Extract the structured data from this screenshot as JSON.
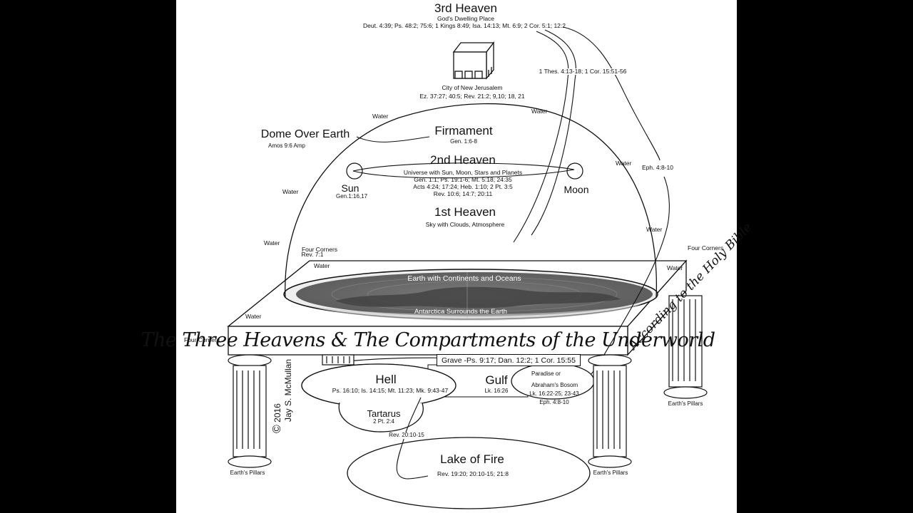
{
  "diagram": {
    "title": "The Three Heavens & The Compartments of the Underworld",
    "subtitle_side": "According to the Holy Bible",
    "copyright": [
      "2016",
      "Jay S. McMullan"
    ],
    "copyright_symbol": "©",
    "third_heaven": {
      "title": "3rd Heaven",
      "subtitle": "God's Dwelling Place",
      "refs": "Deut. 4:39; Ps. 48:2; 75:6; 1 Kings 8:49; Isa. 14:13; Mt. 6:9; 2 Cor. 5:1; 12:2"
    },
    "new_jerusalem": {
      "label": "City of New Jerusalem",
      "refs": "Ez. 37:27; 40:5; Rev. 21:2; 9,10; 18, 21",
      "icon": "cube-city-icon"
    },
    "rapture_refs": "1 Thes. 4:13-18; 1 Cor. 15:51-56",
    "dome": {
      "title": "Dome Over Earth",
      "ref": "Amos 9:6 Amp"
    },
    "firmament": {
      "title": "Firmament",
      "ref": "Gen. 1:6-8"
    },
    "second_heaven": {
      "title": "2nd Heaven",
      "subtitle": "Universe with Sun, Moon, Stars and Planets",
      "refs": [
        "Gen. 1:1; Ps. 19:1-6; Mt. 5:18; 24:35",
        "Acts 4:24; 17:24; Heb. 1:10; 2 Pt. 3:5",
        "Rev. 10:6; 14:7; 20:11"
      ]
    },
    "sun": {
      "label": "Sun",
      "ref": "Gen.1:16,17"
    },
    "moon": {
      "label": "Moon"
    },
    "first_heaven": {
      "title": "1st Heaven",
      "subtitle": "Sky with Clouds, Atmosphere"
    },
    "eph_ref": "Eph. 4:8-10",
    "water_label": "Water",
    "four_corners": "Four Corners",
    "four_corners_ref": "Rev. 7:1",
    "earth": {
      "top_label": "Earth with Continents and Oceans",
      "bottom_label": "Antarctica Surrounds the Earth"
    },
    "grave": "Grave -Ps. 9:17; Dan. 12:2; 1 Cor. 15:55",
    "hell": {
      "title": "Hell",
      "refs": "Ps. 16:10; Is. 14:15; Mt. 11:23; Mk. 9:43-47"
    },
    "gulf": {
      "title": "Gulf",
      "ref": "Lk. 16:26"
    },
    "paradise": {
      "line1": "Paradise or",
      "line2": "Abraham's Bosom",
      "refs": "Lk. 16:22-25; 23-43",
      "ref2": "Eph. 4:8-10"
    },
    "tartarus": {
      "title": "Tartarus",
      "ref": "2 Pt. 2:4"
    },
    "lake_ref_link": "Rev. 20:10-15",
    "lake_of_fire": {
      "title": "Lake of Fire",
      "refs": "Rev. 19:20; 20:10-15; 21:8"
    },
    "pillars_label": "Earth's Pillars"
  }
}
